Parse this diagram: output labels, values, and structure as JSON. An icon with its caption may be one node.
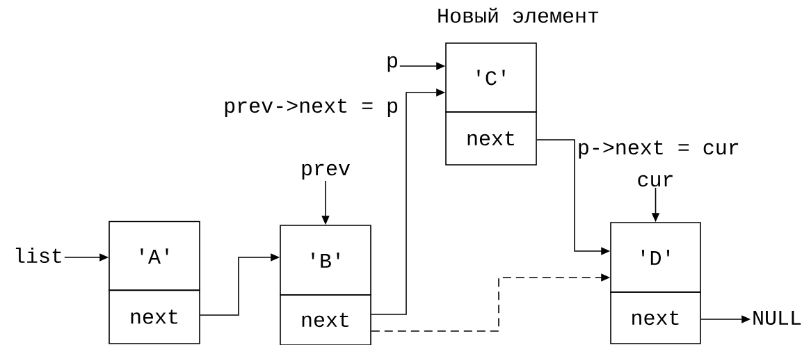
{
  "diagram": {
    "nodes": [
      {
        "text": [
          "list"
        ]
      },
      {
        "text": [
          "'A'"
        ]
      },
      {
        "text": [
          "next"
        ]
      },
      {
        "text": [
          "'B'"
        ]
      },
      {
        "text": [
          "next"
        ]
      },
      {
        "text": [
          "prev"
        ]
      },
      {
        "text": [
          "p"
        ]
      },
      {
        "text": [
          "'C'"
        ],
        "beside": [
          "Новый элемент"
        ]
      },
      {
        "text": [
          "next"
        ]
      },
      {
        "text": [
          "cur"
        ]
      },
      {
        "text": [
          "'D'"
        ]
      },
      {
        "text": [
          "next"
        ]
      },
      {
        "text": [
          "NULL"
        ]
      }
    ],
    "edges": [
      {
        "from": 0,
        "to": 1,
        "arrow": "to"
      },
      {
        "from": 2,
        "to": 3,
        "arrow": "to"
      },
      {
        "from": 5,
        "to": 3,
        "arrow": "to"
      },
      {
        "from": 4,
        "to": 7,
        "arrow": "to",
        "label": "prev->next = p"
      },
      {
        "from": 6,
        "to": 7,
        "arrow": "to"
      },
      {
        "from": 8,
        "to": 10,
        "arrow": "to",
        "label": "p->next = cur"
      },
      {
        "from": 9,
        "to": 10,
        "arrow": "to"
      },
      {
        "from": 4,
        "to": 10,
        "arrow": "to",
        "style": "dashed"
      },
      {
        "from": 11,
        "to": 12,
        "arrow": "to"
      }
    ]
  }
}
